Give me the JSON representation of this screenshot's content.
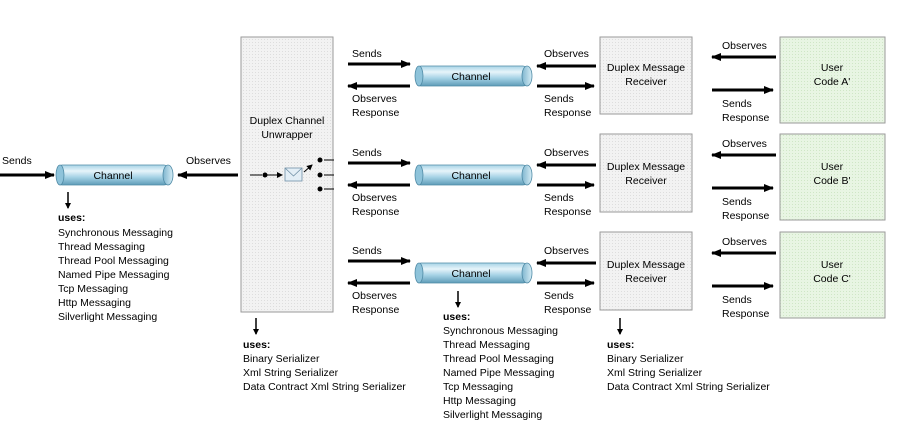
{
  "source_channel": {
    "sends_label": "Sends",
    "channel_label": "Channel",
    "observes_label": "Observes",
    "uses_title": "uses:",
    "uses": [
      "Synchronous Messaging",
      "Thread Messaging",
      "Thread Pool Messaging",
      "Named Pipe Messaging",
      "Tcp Messaging",
      "Http Messaging",
      "Silverlight Messaging"
    ]
  },
  "unwrapper": {
    "title_line1": "Duplex Channel",
    "title_line2": "Unwrapper",
    "uses_title": "uses:",
    "uses": [
      "Binary Serializer",
      "Xml String Serializer",
      "Data Contract Xml String Serializer"
    ]
  },
  "rows": [
    {
      "sends": "Sends",
      "channel": "Channel",
      "observes_l1": "Observes",
      "observes_l2": "Response",
      "receiver_observes": "Observes",
      "receiver_sends_l1": "Sends",
      "receiver_sends_l2": "Response",
      "receiver_l1": "Duplex Message",
      "receiver_l2": "Receiver",
      "user_observes": "Observes",
      "user_sends_l1": "Sends",
      "user_sends_l2": "Response",
      "user_l1": "User",
      "user_l2": "Code A'"
    },
    {
      "sends": "Sends",
      "channel": "Channel",
      "observes_l1": "Observes",
      "observes_l2": "Response",
      "receiver_observes": "Observes",
      "receiver_sends_l1": "Sends",
      "receiver_sends_l2": "Response",
      "receiver_l1": "Duplex Message",
      "receiver_l2": "Receiver",
      "user_observes": "Observes",
      "user_sends_l1": "Sends",
      "user_sends_l2": "Response",
      "user_l1": "User",
      "user_l2": "Code B'"
    },
    {
      "sends": "Sends",
      "channel": "Channel",
      "observes_l1": "Observes",
      "observes_l2": "Response",
      "receiver_observes": "Observes",
      "receiver_sends_l1": "Sends",
      "receiver_sends_l2": "Response",
      "receiver_l1": "Duplex Message",
      "receiver_l2": "Receiver",
      "user_observes": "Observes",
      "user_sends_l1": "Sends",
      "user_sends_l2": "Response",
      "user_l1": "User",
      "user_l2": "Code C'"
    }
  ],
  "bottom_channel": {
    "uses_title": "uses:",
    "uses": [
      "Synchronous Messaging",
      "Thread Messaging",
      "Thread Pool Messaging",
      "Named Pipe Messaging",
      "Tcp Messaging",
      "Http Messaging",
      "Silverlight Messaging"
    ]
  },
  "receiver_uses": {
    "uses_title": "uses:",
    "uses": [
      "Binary Serializer",
      "Xml String Serializer",
      "Data Contract Xml String Serializer"
    ]
  },
  "colors": {
    "channel_light": "#e6f4fa",
    "channel_mid": "#a7d3e6",
    "channel_dark": "#5e9cb8",
    "box_fill": "#f1f1f1",
    "user_fill": "#e6f3e1",
    "stroke": "#999999"
  }
}
